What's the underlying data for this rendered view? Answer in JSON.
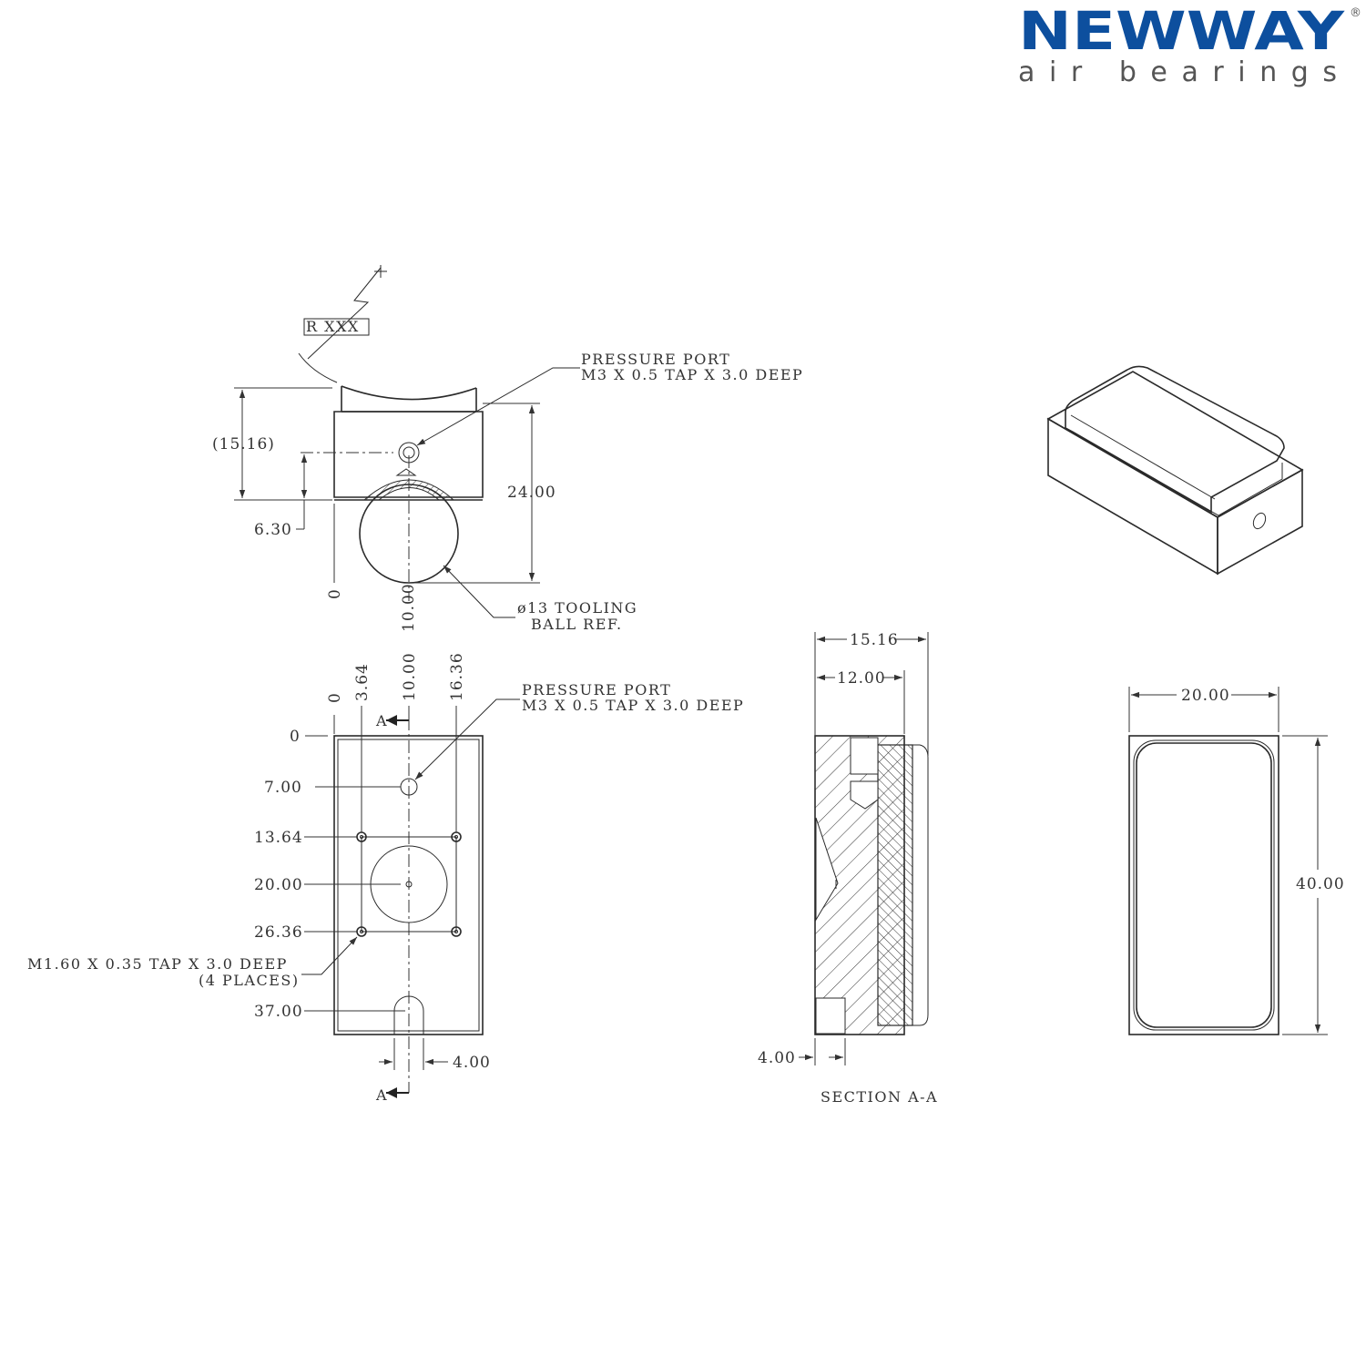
{
  "logo": {
    "name": "NEWWAY",
    "tagline": "air bearings",
    "registered_mark": "®",
    "brand_color": "#0d4f9e"
  },
  "side_view": {
    "radius_label": "R XXX",
    "pressure_port_note": [
      "PRESSURE PORT",
      "M3 X 0.5 TAP X 3.0 DEEP"
    ],
    "dim_height_ref": "(15.16)",
    "dim_port_height": "6.30",
    "dim_total_height": "24.00",
    "dim_origin_x": "0",
    "dim_center_x": "10.00",
    "tooling_ball_note": [
      "ø13 TOOLING",
      "BALL REF."
    ]
  },
  "bottom_view": {
    "x_dims": [
      "0",
      "3.64",
      "10.00",
      "16.36"
    ],
    "y_dims": [
      "0",
      "7.00",
      "13.64",
      "20.00",
      "26.36",
      "37.00"
    ],
    "section_marker": "A",
    "pressure_port_note": [
      "PRESSURE PORT",
      "M3 X 0.5 TAP X 3.0 DEEP"
    ],
    "tap_note": [
      "M1.60 X 0.35 TAP X 3.0 DEEP",
      "(4 PLACES)"
    ],
    "slot_width": "4.00"
  },
  "section_view": {
    "dim_overall": "15.16",
    "dim_body": "12.00",
    "dim_step": "4.00",
    "title": "SECTION A-A"
  },
  "end_view": {
    "dim_width": "20.00",
    "dim_length": "40.00"
  }
}
